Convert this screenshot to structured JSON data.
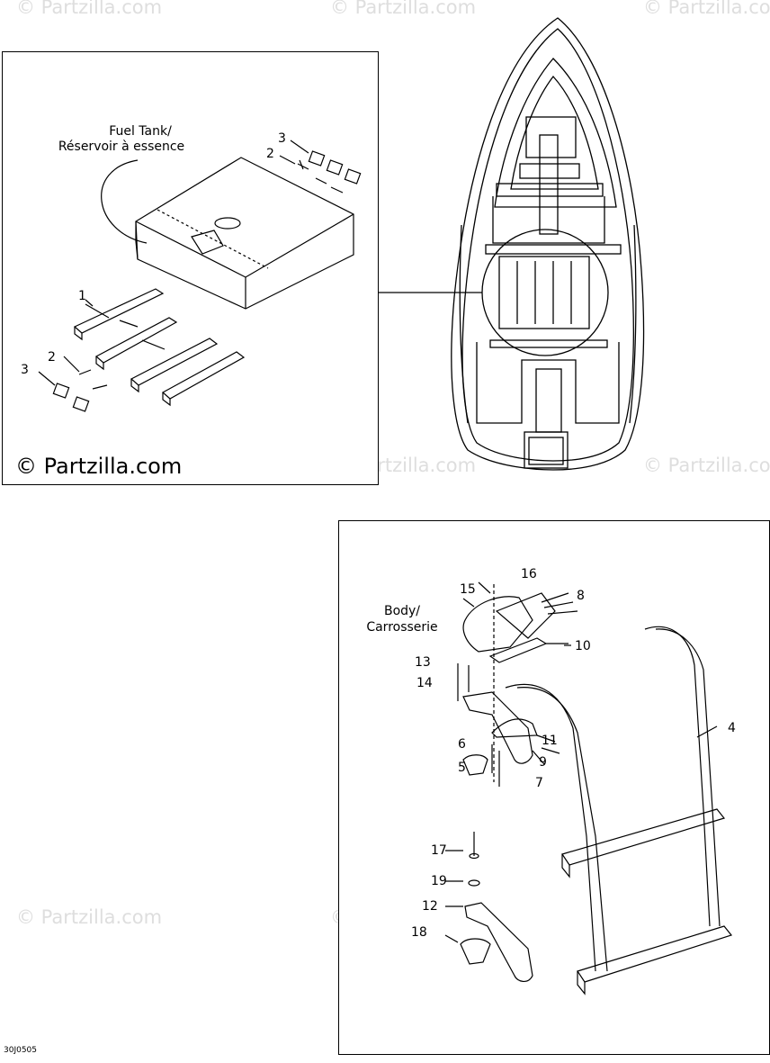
{
  "watermark": "© Partzilla.com",
  "main_watermark": "© Partzilla.com",
  "diagram_code": "30J0505",
  "fuel_panel": {
    "caption_line1": "Fuel Tank/",
    "caption_line2": "Réservoir à essence",
    "callouts": {
      "c1": "1",
      "c2_top": "2",
      "c3_top": "3",
      "c2_bottom": "2",
      "c3_bottom": "3"
    }
  },
  "ladder_panel": {
    "caption_line1": "Body/",
    "caption_line2": "Carrosserie",
    "callouts": {
      "c4": "4",
      "c5": "5",
      "c6": "6",
      "c7": "7",
      "c8": "8",
      "c9": "9",
      "c10": "10",
      "c11": "11",
      "c12": "12",
      "c13": "13",
      "c14": "14",
      "c15": "15",
      "c16": "16",
      "c17": "17",
      "c18": "18",
      "c19": "19"
    }
  },
  "colors": {
    "line": "#000000",
    "watermark": "#dedede"
  }
}
